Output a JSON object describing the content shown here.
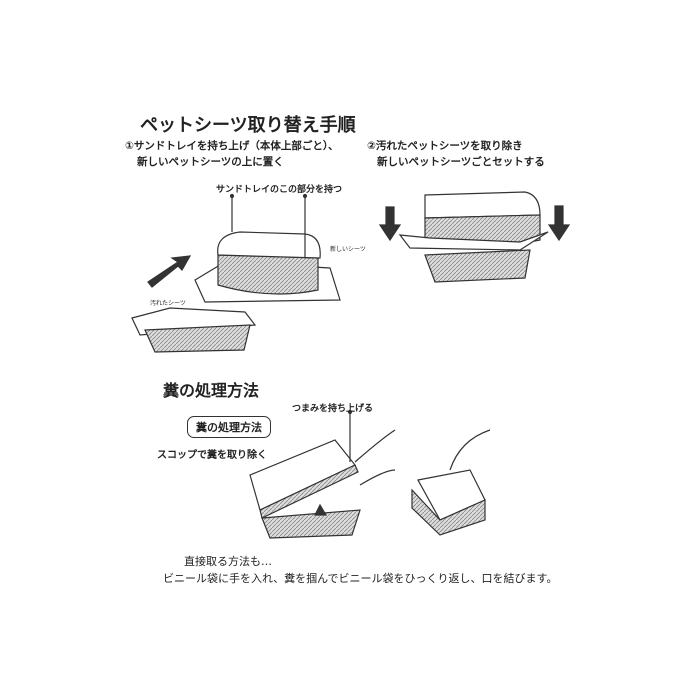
{
  "section1": {
    "title": "ペットシーツ取り替え手順",
    "step1_line1": "①サンドトレイを持ち上げ（本体上部ごと）、",
    "step1_line2": "新しいペットシーツの上に置く",
    "step2_line1": "②汚れたペットシーツを取り除き",
    "step2_line2": "新しいペットシーツごとセットする",
    "hold_label": "サンドトレイのこの部分を持つ",
    "new_sheet_label": "新しいシーツ",
    "dirty_sheet_label": "汚れたシーツ"
  },
  "section2": {
    "title": "糞の処理方法",
    "knob_label": "つまみを持ち上げる",
    "boxed_label": "糞の処理方法",
    "scoop_label": "スコップで糞を取り除く",
    "note_line1": "直接取る方法も…",
    "note_line2": "ビニール袋に手を入れ、糞を掴んでビニール袋をひっくり返し、口を結びます。"
  }
}
